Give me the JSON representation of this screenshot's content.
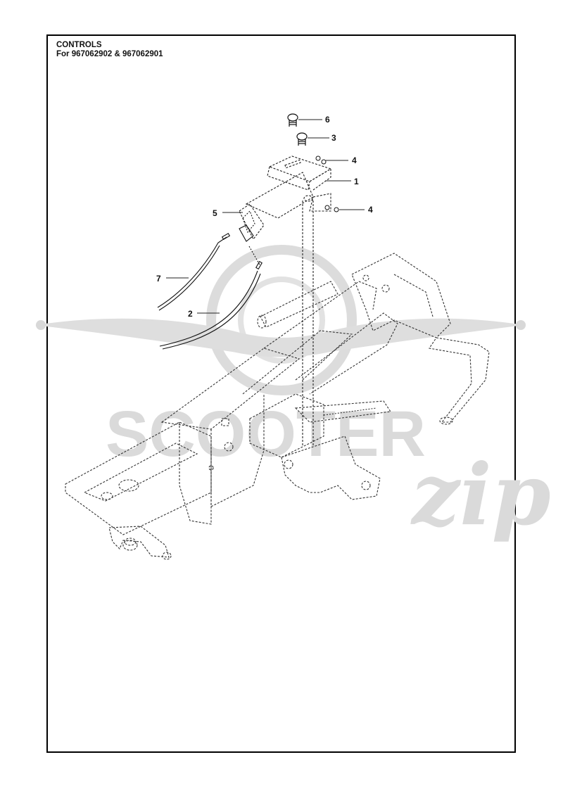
{
  "header": {
    "title": "CONTROLS",
    "subtitle": "For 967062902 & 967062901"
  },
  "callouts": [
    {
      "id": "c6",
      "label": "6"
    },
    {
      "id": "c3",
      "label": "3"
    },
    {
      "id": "c4a",
      "label": "4"
    },
    {
      "id": "c1",
      "label": "1"
    },
    {
      "id": "c4b",
      "label": "4"
    },
    {
      "id": "c5",
      "label": "5"
    },
    {
      "id": "c7",
      "label": "7"
    },
    {
      "id": "c2",
      "label": "2"
    }
  ],
  "watermark": {
    "word": "SCOOTER",
    "script": "zip",
    "color": "#d8d8d8"
  }
}
